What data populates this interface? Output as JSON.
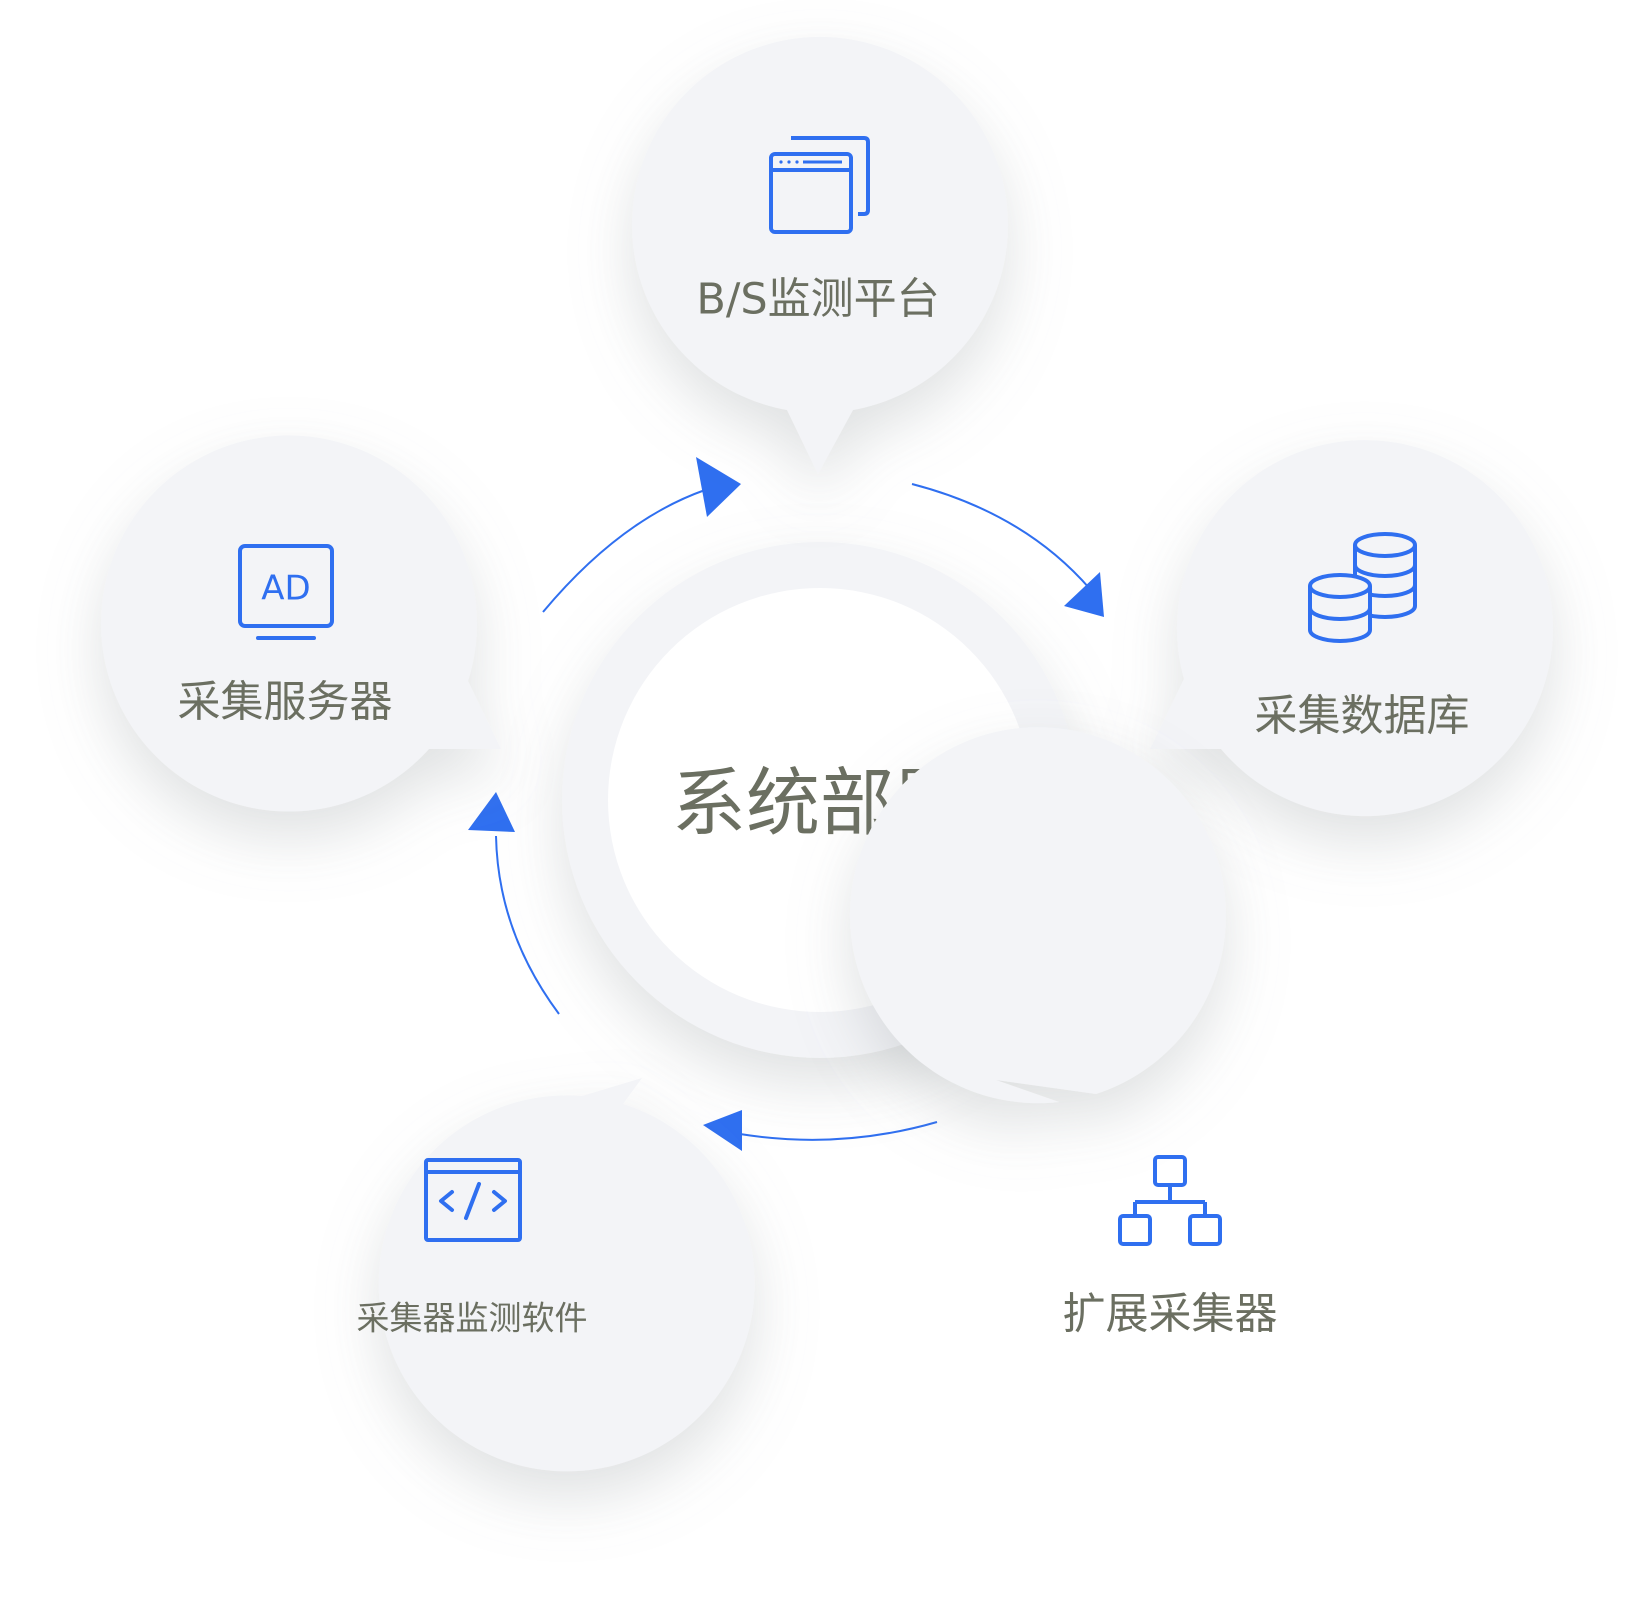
{
  "center": {
    "label": "系统部署"
  },
  "nodes": [
    {
      "id": "bs-platform",
      "label": "B/S监测平台",
      "icon": "browser-windows-icon"
    },
    {
      "id": "collect-database",
      "label": "采集数据库",
      "icon": "database-icon"
    },
    {
      "id": "expand-collector",
      "label": "扩展采集器",
      "icon": "network-hierarchy-icon"
    },
    {
      "id": "collector-monitor-software",
      "label": "采集器监测软件",
      "icon": "code-window-icon"
    },
    {
      "id": "collect-server",
      "label": "采集服务器",
      "icon": "ad-monitor-icon"
    }
  ],
  "colors": {
    "accent": "#2f6ff0",
    "text": "#6b6f61",
    "bubble": "#f3f4f7",
    "ring": "#f3f4f7",
    "core": "#ffffff"
  }
}
